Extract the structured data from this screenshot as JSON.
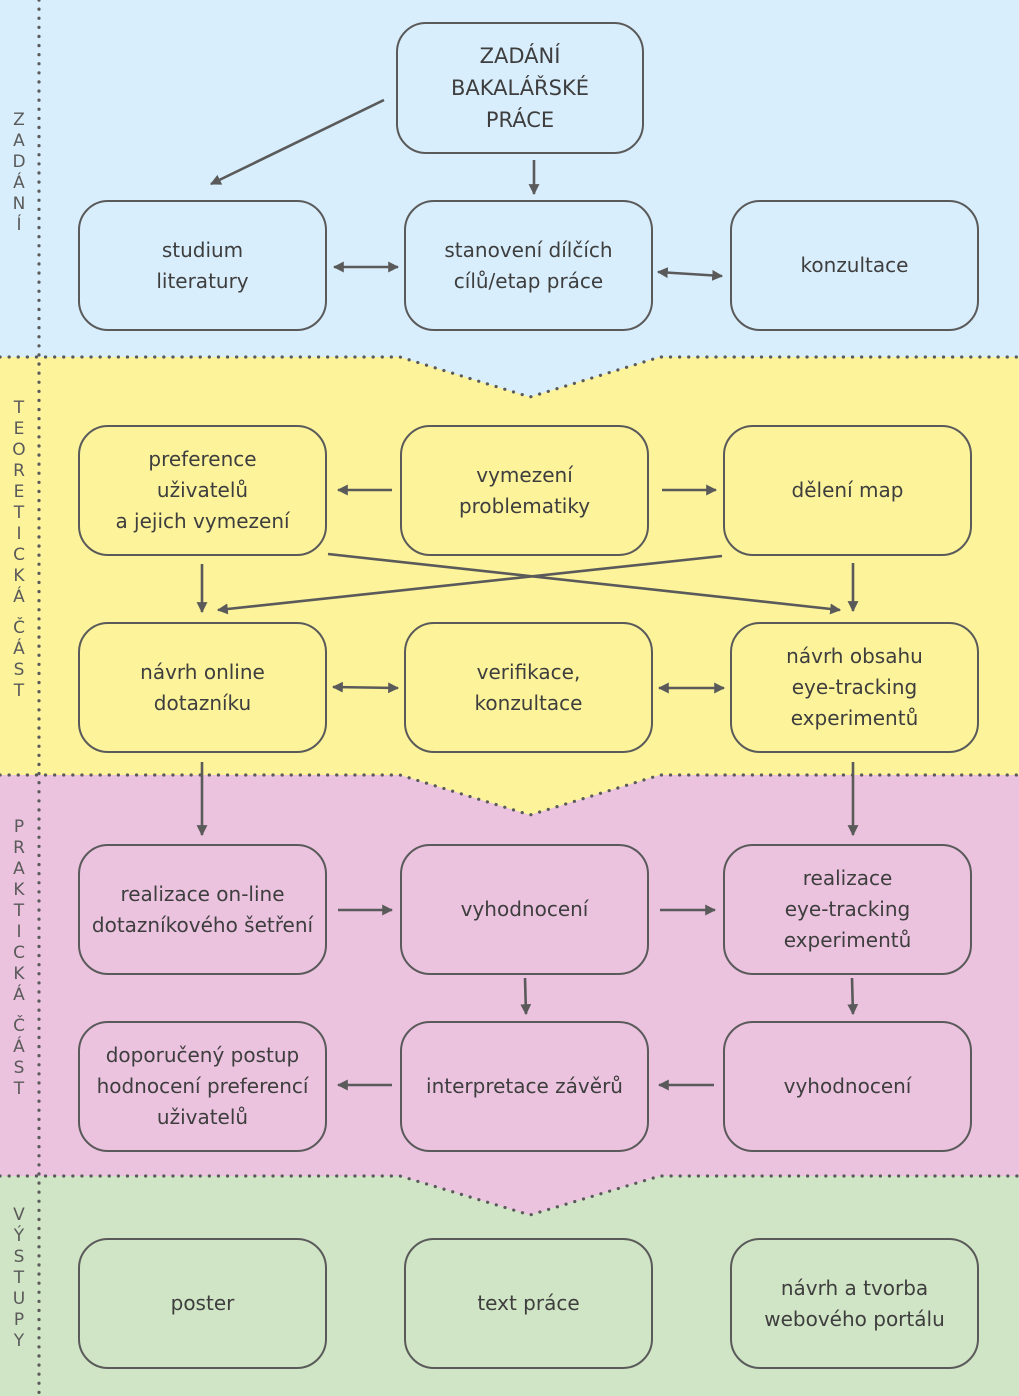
{
  "colors": {
    "zadani_bg": "#d9eefc",
    "teoreticka_bg": "#fcf39b",
    "prakticka_bg": "#ebc3df",
    "vystupy_bg": "#d0e5c5",
    "stroke": "#5a5a5a",
    "text": "#3e3e3e"
  },
  "sections": {
    "zadani": "ZADÁNÍ",
    "teoreticka": "TEORETICKÁ ČÁST",
    "prakticka": "PRAKTICKÁ ČÁST",
    "vystupy": "VÝSTUPY"
  },
  "nodes": {
    "zadani_bp": "ZADÁNÍ\nBAKALÁŘSKÉ\nPRÁCE",
    "studium": "studium\nliteratury",
    "stanoveni": "stanovení dílčích\ncílů/etap práce",
    "konzultace": "konzultace",
    "preference": "preference\nuživatelů\na jejich vymezení",
    "vymezeni": "vymezení\nproblematiky",
    "deleni": "dělení map",
    "navrh_dotazniku": "návrh online\ndotazníku",
    "verifikace": "verifikace,\nkonzultace",
    "navrh_obsahu": "návrh obsahu\neye-tracking\nexperimentů",
    "realizace_dotaznik": "realizace on-line\ndotazníkového šetření",
    "vyhodnoceni_1": "vyhodnocení",
    "realizace_eye": "realizace\neye-tracking\nexperimentů",
    "doporuceny": "doporučený postup\nhodnocení preferencí\nuživatelů",
    "interpretace": "interpretace závěrů",
    "vyhodnoceni_2": "vyhodnocení",
    "poster": "poster",
    "text_prace": "text práce",
    "webovy_portal": "návrh a tvorba\nwebového portálu"
  }
}
